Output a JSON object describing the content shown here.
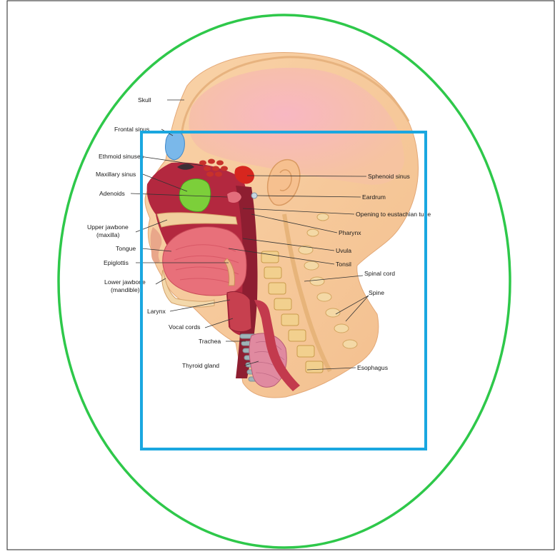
{
  "colors": {
    "frame": "#222222",
    "ellipse": "#2ec84a",
    "rectangle": "#1aa7e0",
    "skin": "#f6c898",
    "brain": "#f7a9b8",
    "muscle": "#c4354a",
    "sinus_blue": "#6fb4e8",
    "sinus_green": "#7ccf3a",
    "sinus_red": "#d7261e",
    "vertebra": "#f2d08e",
    "cartilage": "#9fb3b8"
  },
  "overlays": [
    {
      "shape": "ellipse",
      "color": "green"
    },
    {
      "shape": "rectangle",
      "color": "blue"
    }
  ],
  "labels": {
    "skull": "Skull",
    "frontal_sinus": "Frontal sinus",
    "ethmoid_sinuses": "Ethmoid sinuses",
    "maxillary_sinus": "Maxillary sinus",
    "adenoids": "Adenoids",
    "upper_jawbone_1": "Upper jawbone",
    "upper_jawbone_2": "(maxilla)",
    "tongue": "Tongue",
    "epiglottis": "Epiglottis",
    "lower_jawbone_1": "Lower jawbone",
    "lower_jawbone_2": "(mandible)",
    "larynx": "Larynx",
    "vocal_cords": "Vocal cords",
    "trachea": "Trachea",
    "thyroid_gland": "Thyroid gland",
    "sphenoid_sinus": "Sphenoid sinus",
    "eardrum": "Eardrum",
    "eustachian_tube": "Opening to eustachian tube",
    "pharynx": "Pharynx",
    "uvula": "Uvula",
    "tonsil": "Tonsil",
    "spinal_cord": "Spinal cord",
    "spine": "Spine",
    "esophagus": "Esophagus"
  }
}
